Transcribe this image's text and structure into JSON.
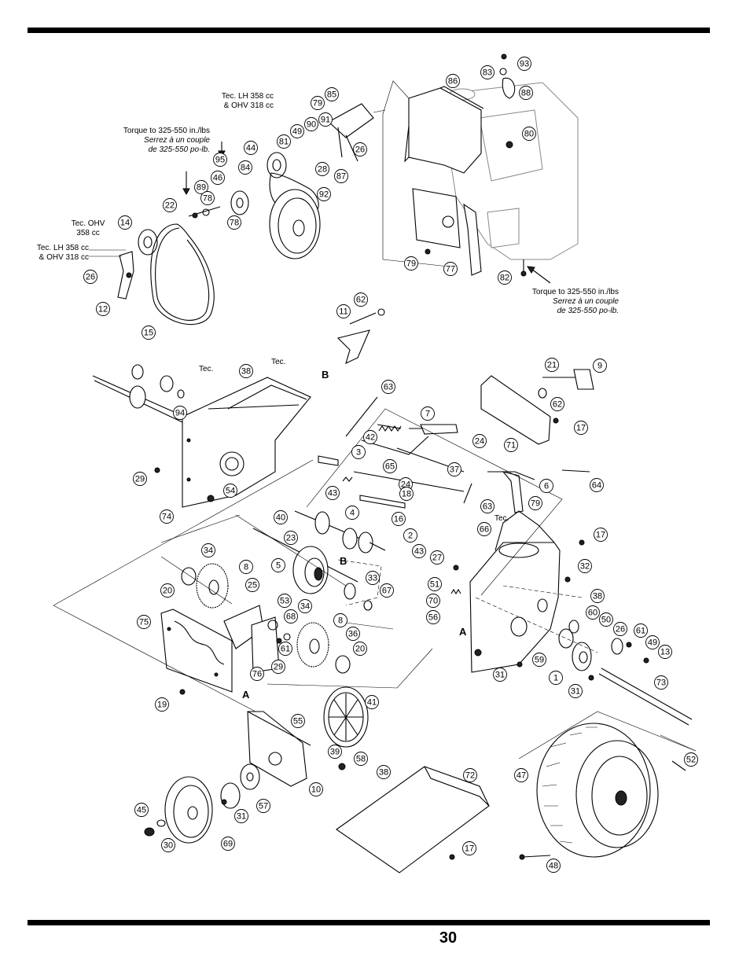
{
  "page": {
    "number": "30"
  },
  "annotations": {
    "tec_lh_ohv_top": {
      "line1": "Tec. LH 358 cc",
      "line2": "& OHV 318 cc"
    },
    "torque_left": {
      "line1": "Torque to 325-550 in./lbs",
      "line2": "Serrez à un couple",
      "line3": "de 325-550 po-lb."
    },
    "tec_ohv_358": {
      "line1": "Tec. OHV",
      "line2": "358 cc"
    },
    "tec_lh_ohv_left": {
      "line1": "Tec. LH 358 cc",
      "line2": "& OHV 318 cc"
    },
    "torque_right": {
      "line1": "Torque to 325-550 in./lbs",
      "line2": "Serrez à un couple",
      "line3": "de 325-550 po-lb."
    },
    "tec_a": "Tec.",
    "tec_b": "Tec.",
    "tec_c": "Tec."
  },
  "reference_letters": {
    "b1": "B",
    "b2": "B",
    "a1": "A",
    "a2": "A"
  },
  "callouts": [
    "93",
    "83",
    "86",
    "88",
    "85",
    "79",
    "80",
    "91",
    "90",
    "49",
    "81",
    "26",
    "44",
    "95",
    "84",
    "28",
    "87",
    "46",
    "89",
    "92",
    "78",
    "22",
    "78",
    "14",
    "26",
    "12",
    "15",
    "79",
    "77",
    "82",
    "62",
    "11",
    "21",
    "9",
    "38",
    "94",
    "63",
    "7",
    "62",
    "17",
    "42",
    "71",
    "24",
    "3",
    "65",
    "37",
    "29",
    "54",
    "24",
    "6",
    "64",
    "74",
    "43",
    "18",
    "63",
    "79",
    "40",
    "4",
    "16",
    "66",
    "17",
    "23",
    "2",
    "34",
    "8",
    "5",
    "43",
    "27",
    "32",
    "25",
    "33",
    "51",
    "20",
    "67",
    "38",
    "53",
    "34",
    "70",
    "60",
    "75",
    "68",
    "8",
    "50",
    "26",
    "61",
    "36",
    "56",
    "49",
    "13",
    "61",
    "20",
    "59",
    "29",
    "76",
    "31",
    "1",
    "73",
    "31",
    "19",
    "41",
    "55",
    "39",
    "58",
    "38",
    "72",
    "10",
    "52",
    "47",
    "45",
    "57",
    "31",
    "69",
    "30",
    "17",
    "48"
  ]
}
